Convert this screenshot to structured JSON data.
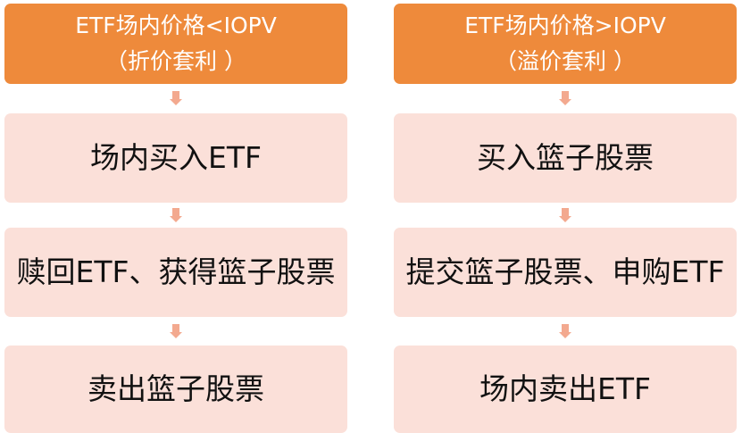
{
  "left": {
    "header_line1": "ETF场内价格<IOPV",
    "header_line2": "（折价套利 ）",
    "steps": [
      "场内买入ETF",
      "赎回ETF、获得篮子股票",
      "卖出篮子股票"
    ]
  },
  "right": {
    "header_line1": "ETF场内价格>IOPV",
    "header_line2": "（溢价套利 ）",
    "steps": [
      "买入篮子股票",
      "提交篮子股票、申购ETF",
      "场内卖出ETF"
    ]
  },
  "colors": {
    "header_bg": "#ee8a3b",
    "step_bg": "#fbe0d9",
    "arrow": "#f3a98f"
  }
}
